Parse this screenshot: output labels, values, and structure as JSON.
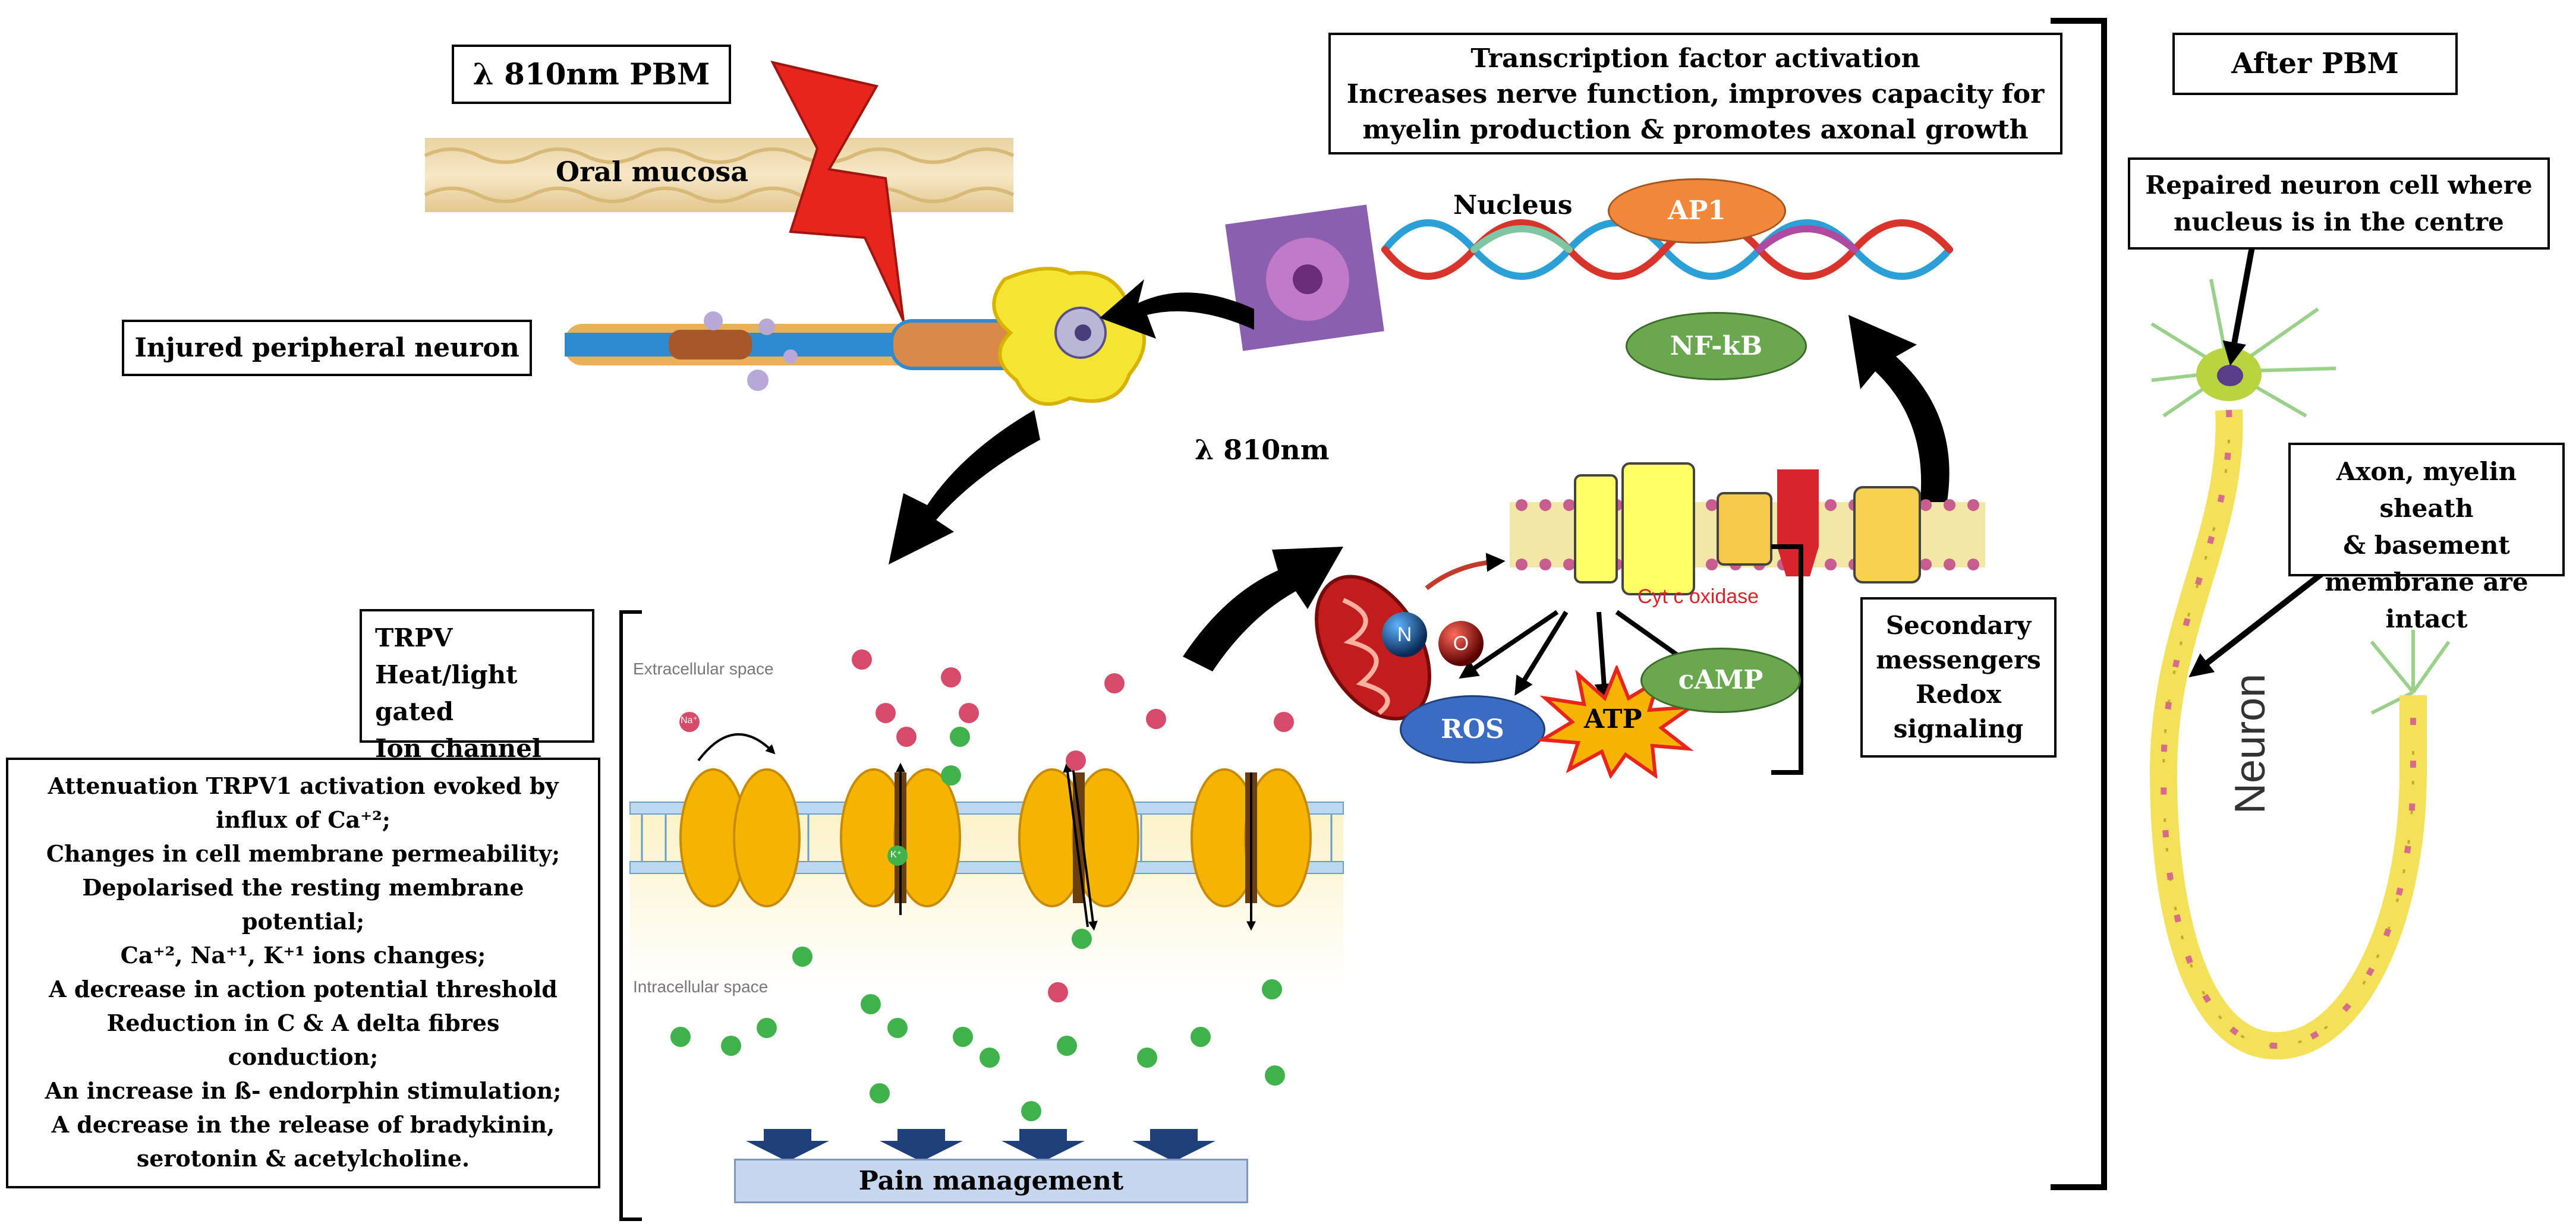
{
  "labels": {
    "pbm": "λ 810nm PBM",
    "oral_mucosa": "Oral mucosa",
    "injured_neuron": "Injured peripheral neuron",
    "nucleus": "Nucleus",
    "ap1": "AP1",
    "nfkb": "NF-kB",
    "lambda_810": "λ 810nm",
    "cyt_c_oxidase": "Cyt c oxidase",
    "ros": "ROS",
    "atp": "ATP",
    "camp": "cAMP",
    "n": "N",
    "o": "O",
    "extracellular": "Extracellular space",
    "intracellular": "Intracellular space",
    "pain_management": "Pain management",
    "neuron_vertical": "Neuron"
  },
  "transcription": {
    "lines": [
      "Transcription factor activation",
      "Increases nerve function, improves capacity for",
      "myelin production & promotes axonal growth"
    ]
  },
  "after_pbm": "After PBM",
  "repaired": {
    "lines": [
      "Repaired neuron cell where",
      "nucleus is in the centre"
    ]
  },
  "intact": {
    "lines": [
      "Axon, myelin sheath",
      "& basement",
      "membrane are intact"
    ]
  },
  "secondary": {
    "lines": [
      "Secondary",
      "messengers",
      "Redox",
      "signaling"
    ]
  },
  "trpv": {
    "lines": [
      "TRPV",
      "Heat/light gated",
      "Ion channel"
    ]
  },
  "effects": {
    "lines": [
      "Attenuation TRPV1 activation evoked by",
      "influx of Ca⁺²;",
      "Changes in cell membrane permeability;",
      "Depolarised the resting membrane",
      "potential;",
      "Ca⁺², Na⁺¹, K⁺¹ ions changes;",
      "A decrease in action potential threshold",
      "Reduction in  C & A delta fibres",
      "conduction;",
      "An increase in ß- endorphin stimulation;",
      "A decrease in the release of bradykinin,",
      "serotonin & acetylcholine."
    ]
  },
  "ions": {
    "na": "Na⁺",
    "k": "K⁺"
  },
  "colors": {
    "orange": "#f0873a",
    "green": "#6aa84f",
    "blue": "#3b6cc4",
    "yellow": "#f6b400",
    "red": "#e8251c",
    "dark_blue": "#1f3f7a",
    "membrane_blue": "#8fb8dd"
  }
}
